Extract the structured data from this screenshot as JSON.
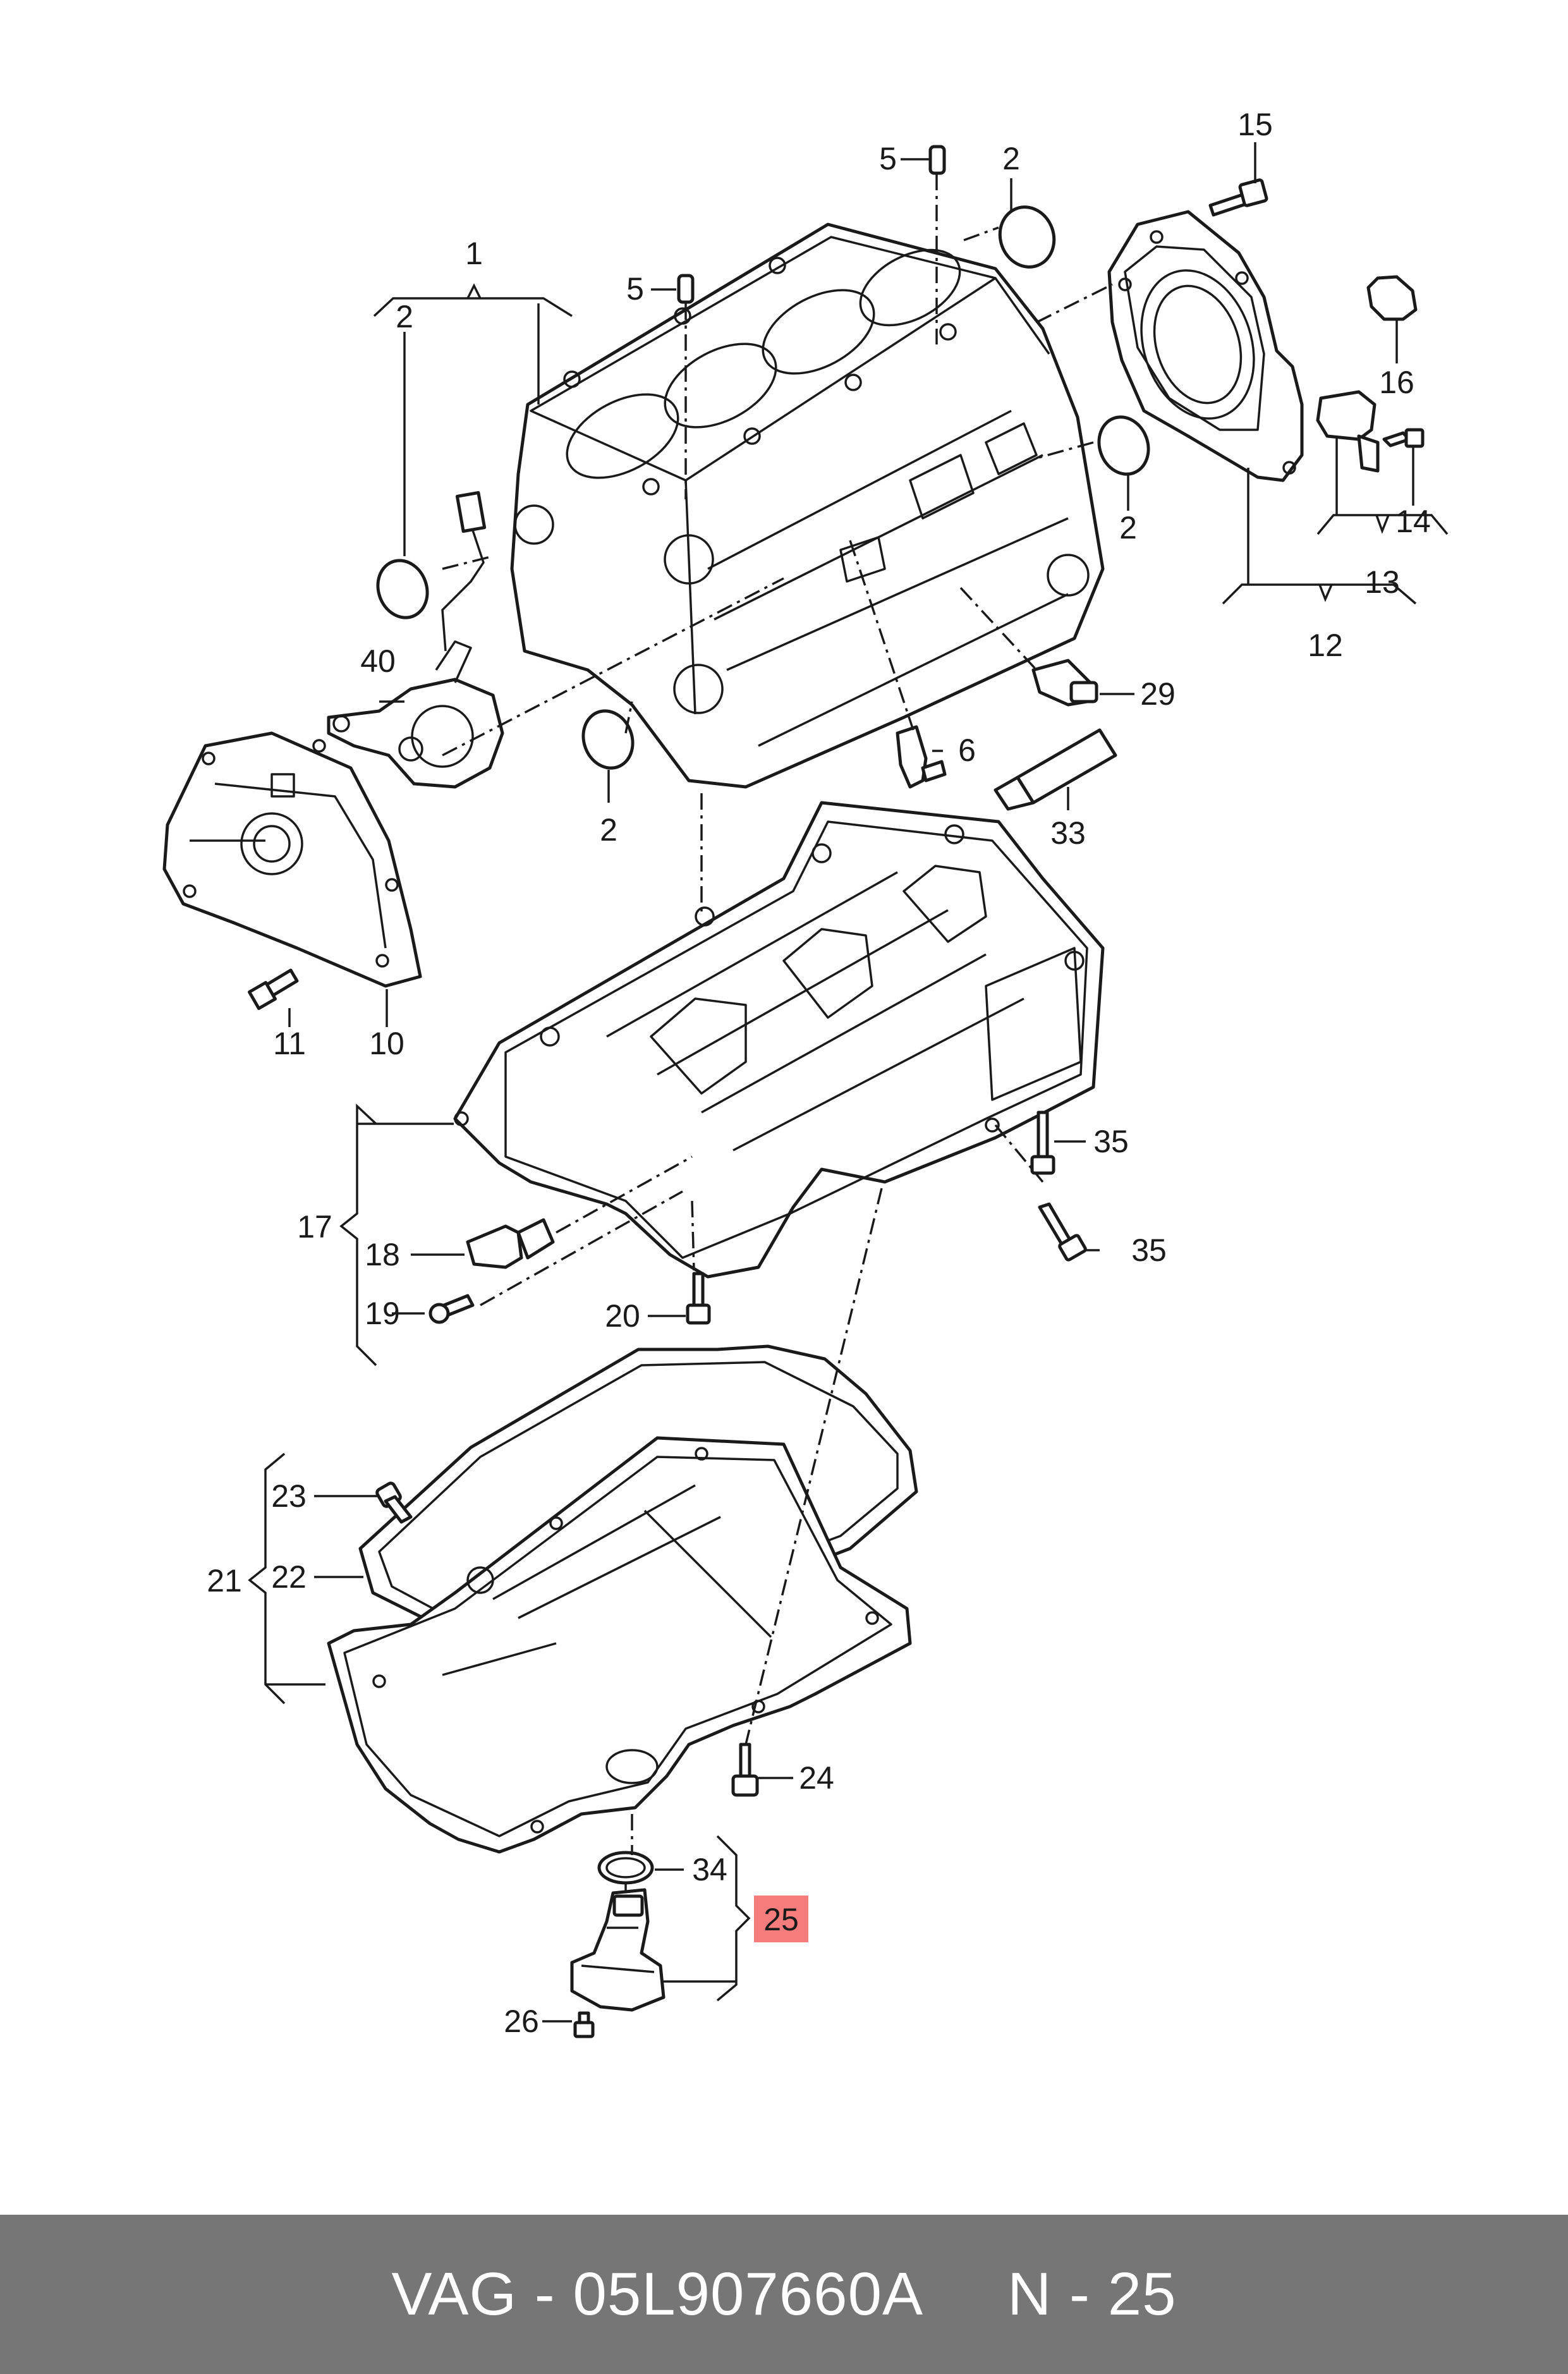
{
  "diagram": {
    "callouts": [
      {
        "id": "c1",
        "text": "1"
      },
      {
        "id": "c2a",
        "text": "2"
      },
      {
        "id": "c2b",
        "text": "2"
      },
      {
        "id": "c2c",
        "text": "2"
      },
      {
        "id": "c2d",
        "text": "2"
      },
      {
        "id": "c5a",
        "text": "5"
      },
      {
        "id": "c5b",
        "text": "5"
      },
      {
        "id": "c6",
        "text": "6"
      },
      {
        "id": "c10",
        "text": "10"
      },
      {
        "id": "c11",
        "text": "11"
      },
      {
        "id": "c12",
        "text": "12"
      },
      {
        "id": "c13",
        "text": "13"
      },
      {
        "id": "c14",
        "text": "14"
      },
      {
        "id": "c15",
        "text": "15"
      },
      {
        "id": "c16",
        "text": "16"
      },
      {
        "id": "c17",
        "text": "17"
      },
      {
        "id": "c18",
        "text": "18"
      },
      {
        "id": "c19",
        "text": "19"
      },
      {
        "id": "c20",
        "text": "20"
      },
      {
        "id": "c21",
        "text": "21"
      },
      {
        "id": "c22",
        "text": "22"
      },
      {
        "id": "c23",
        "text": "23"
      },
      {
        "id": "c24",
        "text": "24"
      },
      {
        "id": "c25",
        "text": "25",
        "highlighted": true
      },
      {
        "id": "c26",
        "text": "26"
      },
      {
        "id": "c29",
        "text": "29"
      },
      {
        "id": "c33",
        "text": "33"
      },
      {
        "id": "c34",
        "text": "34"
      },
      {
        "id": "c35a",
        "text": "35"
      },
      {
        "id": "c35b",
        "text": "35"
      },
      {
        "id": "c40",
        "text": "40"
      }
    ],
    "highlight_color": "#f47c7c",
    "line_color": "#1a1a1a"
  },
  "footer": {
    "text": "VAG - 05L907660A     N - 25",
    "background": "#767676",
    "text_color": "#ffffff"
  }
}
